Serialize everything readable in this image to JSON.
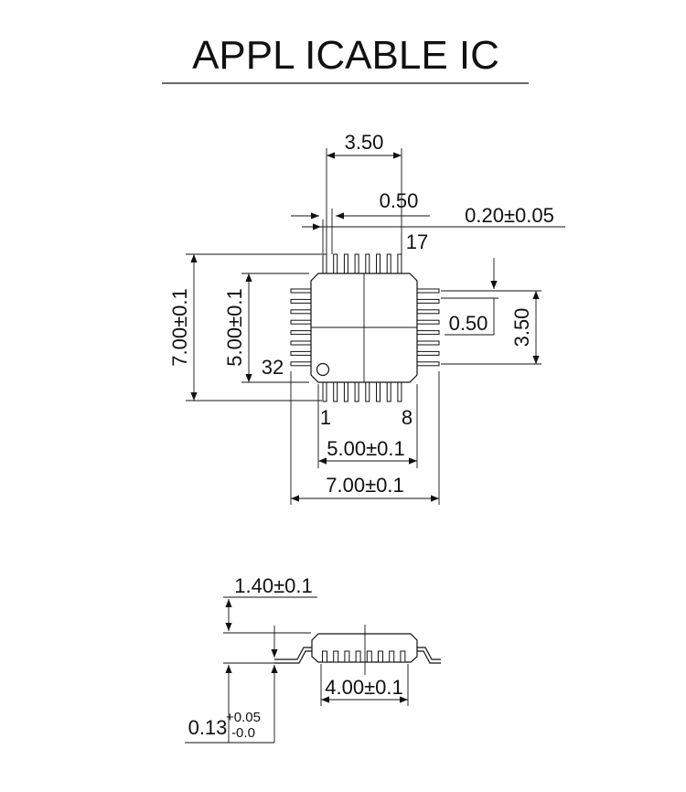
{
  "title": "APPL ICABLE IC",
  "top_view": {
    "pitch_span": "3.50",
    "pin_pitch": "0.50",
    "pin_width": "0.20±0.05",
    "pin_17": "17",
    "body_height_outer": "7.00±0.1",
    "body_height_inner": "5.00±0.1",
    "pin_32": "32",
    "pin_1": "1",
    "pin_8": "8",
    "right_pitch": "0.50",
    "right_span": "3.50",
    "body_width_inner": "5.00±0.1",
    "body_width_outer": "7.00±0.1"
  },
  "side_view": {
    "height": "1.40±0.1",
    "standoff_base": "0.13",
    "standoff_plus": "+0.05",
    "standoff_minus": "-0.0",
    "length": "4.00±0.1"
  }
}
